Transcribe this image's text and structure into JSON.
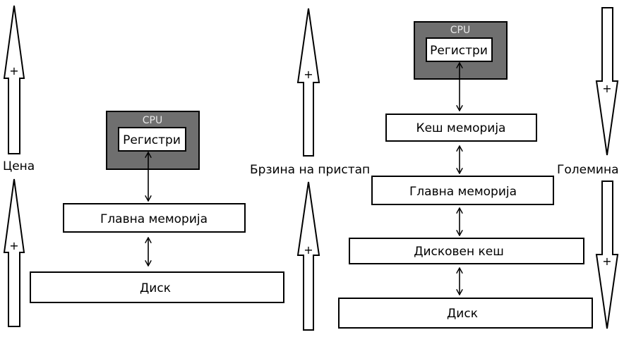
{
  "diagram": {
    "left_hierarchy": {
      "cpu_label": "CPU",
      "registers_label": "Регистри",
      "levels": [
        "Главна меморија",
        "Диск"
      ]
    },
    "right_hierarchy": {
      "cpu_label": "CPU",
      "registers_label": "Регистри",
      "levels": [
        "Кеш меморија",
        "Главна меморија",
        "Дисковен кеш",
        "Диск"
      ]
    },
    "axes": {
      "cost": {
        "label": "Цена",
        "direction": "up",
        "marker": "+"
      },
      "access_speed": {
        "label": "Брзина на пристап",
        "direction": "up",
        "marker": "+"
      },
      "size": {
        "label": "Големина",
        "direction": "down",
        "marker": "+"
      }
    },
    "colors": {
      "cpu_fill": "#6f6f6f",
      "cpu_text": "#e8e8e8",
      "stroke": "#000000",
      "box_fill": "#ffffff"
    }
  }
}
